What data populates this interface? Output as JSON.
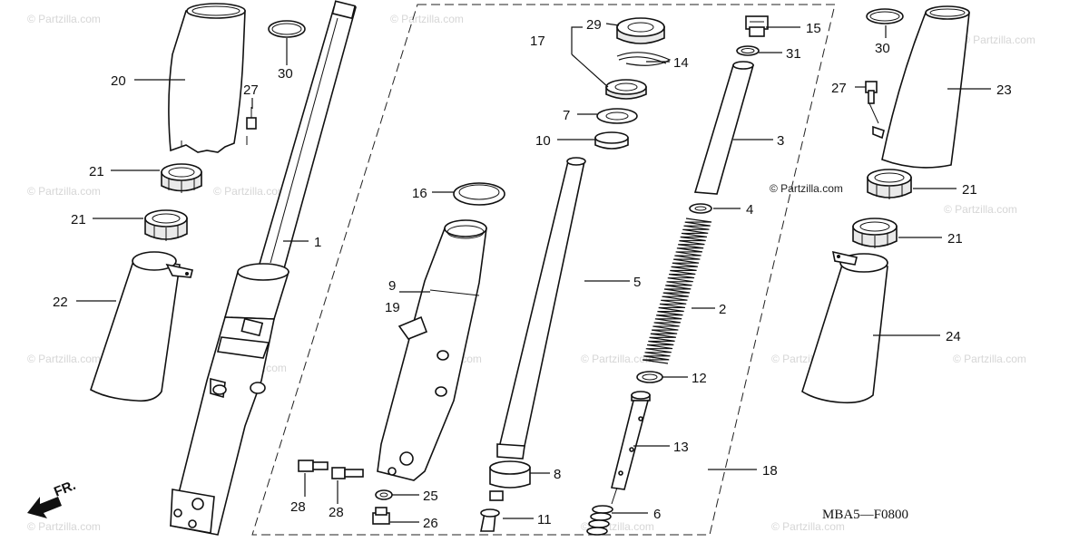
{
  "diagram_code": "MBA5—F0800",
  "front_marker": "FR.",
  "watermark_text": "© Partzilla.com",
  "callouts": [
    {
      "id": "c1",
      "text": "1"
    },
    {
      "id": "c2",
      "text": "2"
    },
    {
      "id": "c3",
      "text": "3"
    },
    {
      "id": "c4",
      "text": "4"
    },
    {
      "id": "c5",
      "text": "5"
    },
    {
      "id": "c6",
      "text": "6"
    },
    {
      "id": "c7",
      "text": "7"
    },
    {
      "id": "c8",
      "text": "8"
    },
    {
      "id": "c9",
      "text": "9"
    },
    {
      "id": "c10",
      "text": "10"
    },
    {
      "id": "c11",
      "text": "11"
    },
    {
      "id": "c12",
      "text": "12"
    },
    {
      "id": "c13",
      "text": "13"
    },
    {
      "id": "c14",
      "text": "14"
    },
    {
      "id": "c15",
      "text": "15"
    },
    {
      "id": "c16",
      "text": "16"
    },
    {
      "id": "c17",
      "text": "17"
    },
    {
      "id": "c18",
      "text": "18"
    },
    {
      "id": "c19",
      "text": "19"
    },
    {
      "id": "c20",
      "text": "20"
    },
    {
      "id": "c21a",
      "text": "21"
    },
    {
      "id": "c21b",
      "text": "21"
    },
    {
      "id": "c21c",
      "text": "21"
    },
    {
      "id": "c21d",
      "text": "21"
    },
    {
      "id": "c22",
      "text": "22"
    },
    {
      "id": "c23",
      "text": "23"
    },
    {
      "id": "c24",
      "text": "24"
    },
    {
      "id": "c25",
      "text": "25"
    },
    {
      "id": "c26",
      "text": "26"
    },
    {
      "id": "c27a",
      "text": "27"
    },
    {
      "id": "c27b",
      "text": "27"
    },
    {
      "id": "c28a",
      "text": "28"
    },
    {
      "id": "c28b",
      "text": "28"
    },
    {
      "id": "c29",
      "text": "29"
    },
    {
      "id": "c30a",
      "text": "30"
    },
    {
      "id": "c30b",
      "text": "30"
    },
    {
      "id": "c31",
      "text": "31"
    }
  ]
}
